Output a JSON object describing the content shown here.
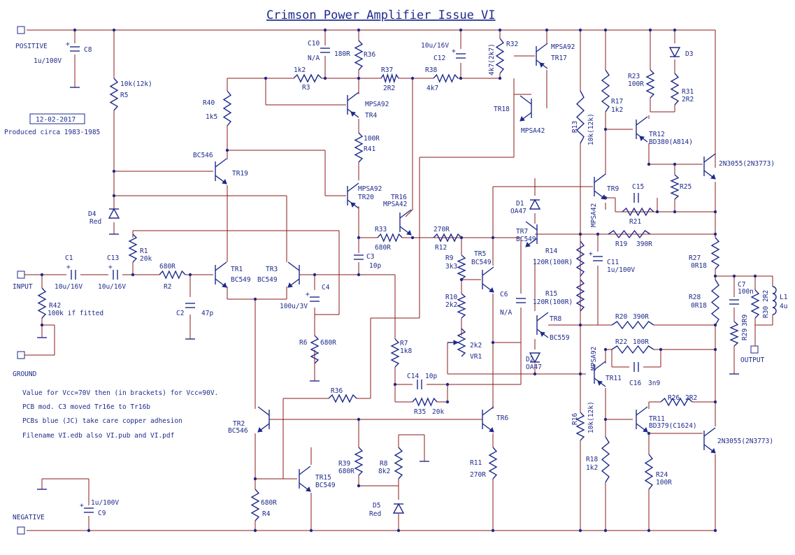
{
  "title": "Crimson Power Amplifier Issue VI",
  "date_box": "12-02-2017",
  "produced": "Produced circa 1983-1985",
  "terminals": {
    "positive": "POSITIVE",
    "input": "INPUT",
    "ground": "GROUND",
    "negative": "NEGATIVE",
    "output": "OUTPUT"
  },
  "notes": [
    "Value for Vcc=70V then (in brackets) for Vcc=90V.",
    "PCB mod. C3 moved Tr16e to Tr16b",
    "PCBs blue (JC) take care copper adhesion",
    "Filename VI.edb also VI.pub and VI.pdf"
  ],
  "labels": {
    "c8": "C8",
    "c8v": "1u/100V",
    "r5": "R5",
    "r5v": "10k(12k)",
    "d4": "D4",
    "d4v": "Red",
    "r40": "R40",
    "r40v": "1k5",
    "tr19": "TR19",
    "tr19t": "BC546",
    "c10": "C10",
    "c10v": "N/A",
    "r36a": "R36",
    "r36av": "180R",
    "r3": "R3",
    "r3v": "1k2",
    "tr4": "TR4",
    "tr4t": "MPSA92",
    "r41": "R41",
    "r41v": "100R",
    "r37": "R37",
    "r37v": "2R2",
    "r38": "R38",
    "r38v": "4k7",
    "c12": "C12",
    "c12v": "10u/16V",
    "r32": "R32",
    "r32v": "4k7(2k7)",
    "tr17": "TR17",
    "tr17t": "MPSA92",
    "tr18": "TR18",
    "tr18t": "MPSA42",
    "r13": "R13",
    "r13v": "10k(12k)",
    "r17": "R17",
    "r17v": "1k2",
    "r23": "R23",
    "r23v": "100R",
    "d3": "D3",
    "r31": "R31",
    "r31v": "2R2",
    "tr12": "TR12",
    "tr12t": "BD380(A814)",
    "q_top": "2N3055(2N3773)",
    "r25": "R25",
    "tr20": "TR20",
    "tr20t": "MPSA92",
    "tr16": "TR16",
    "tr16t": "MPSA42",
    "d1": "D1",
    "d1t": "OA47",
    "tr9": "TR9",
    "tr9t": "MPSA42",
    "c15": "C15",
    "r21": "R21",
    "r33": "R33",
    "r33v": "680R",
    "r12": "R12",
    "r12v": "270R",
    "tr7": "TR7",
    "tr7t": "BC549",
    "r14": "R14",
    "r14v": "120R(100R)",
    "r19": "R19",
    "r19v": "390R",
    "c11": "C11",
    "c11v": "1u/100V",
    "r27": "R27",
    "r27v": "0R18",
    "r1": "R1",
    "r1v": "20k",
    "c1": "C1",
    "c1v": "10u/16V",
    "c13": "C13",
    "c13v": "10u/16V",
    "r2": "R2",
    "r2v": "680R",
    "tr1": "TR1",
    "tr1t": "BC549",
    "tr3": "TR3",
    "tr3t": "BC549",
    "c4": "C4",
    "c4v": "100u/3V",
    "c3": "C3",
    "c3v": "10p",
    "r9": "R9",
    "r9v": "3k3",
    "tr5": "TR5",
    "tr5t": "BC549",
    "c6": "C6",
    "c6v": "N/A",
    "r28": "R28",
    "r28v": "0R18",
    "c7": "C7",
    "c7v": "100n",
    "r30": "R30",
    "r30v": "2R2",
    "l1": "L1",
    "l1v": "4u",
    "r29": "R29",
    "r29v": "3R9",
    "c2": "C2",
    "c2v": "47p",
    "r42": "R42",
    "r42v": "100k if fitted",
    "r6": "R6",
    "r6v": "680R",
    "r7": "R7",
    "r7v": "1k8",
    "r10": "R10",
    "r10v": "2k2",
    "vr1": "VR1",
    "vr1v": "2k2",
    "r15": "R15",
    "r15v": "120R(100R)",
    "tr8": "TR8",
    "tr8t": "BC559",
    "r20": "R20",
    "r20v": "390R",
    "d2": "D2",
    "d2t": "OA47",
    "tr11a": "TR11",
    "tr11at": "MPSA92",
    "r22": "R22",
    "r22v": "100R",
    "c16": "C16",
    "c16v": "3n9",
    "c14": "C14",
    "c14v": "10p",
    "r35": "R35",
    "r35v": "20k",
    "r36b": "R36",
    "r16": "R16",
    "r16v": "10k(12k)",
    "r26": "R26",
    "r26v": "2R2",
    "tr11b": "TR11",
    "tr11bt": "BD379(C1624)",
    "q_bot": "2N3055(2N3773)",
    "tr2": "TR2",
    "tr2t": "BC546",
    "tr6": "TR6",
    "r11": "R11",
    "r11v": "270R",
    "r39": "R39",
    "r39v": "680R",
    "r8": "R8",
    "r8v": "8k2",
    "tr15": "TR15",
    "tr15t": "BC549",
    "d5": "D5",
    "d5v": "Red",
    "r4": "R4",
    "r4v": "680R",
    "r18": "R18",
    "r18v": "1k2",
    "r24": "R24",
    "r24v": "100R",
    "c9": "C9",
    "c9v": "1u/100V"
  },
  "colors": {
    "wire": "#8b1a1a",
    "component": "#1e2a8a",
    "background": "#ffffff"
  }
}
